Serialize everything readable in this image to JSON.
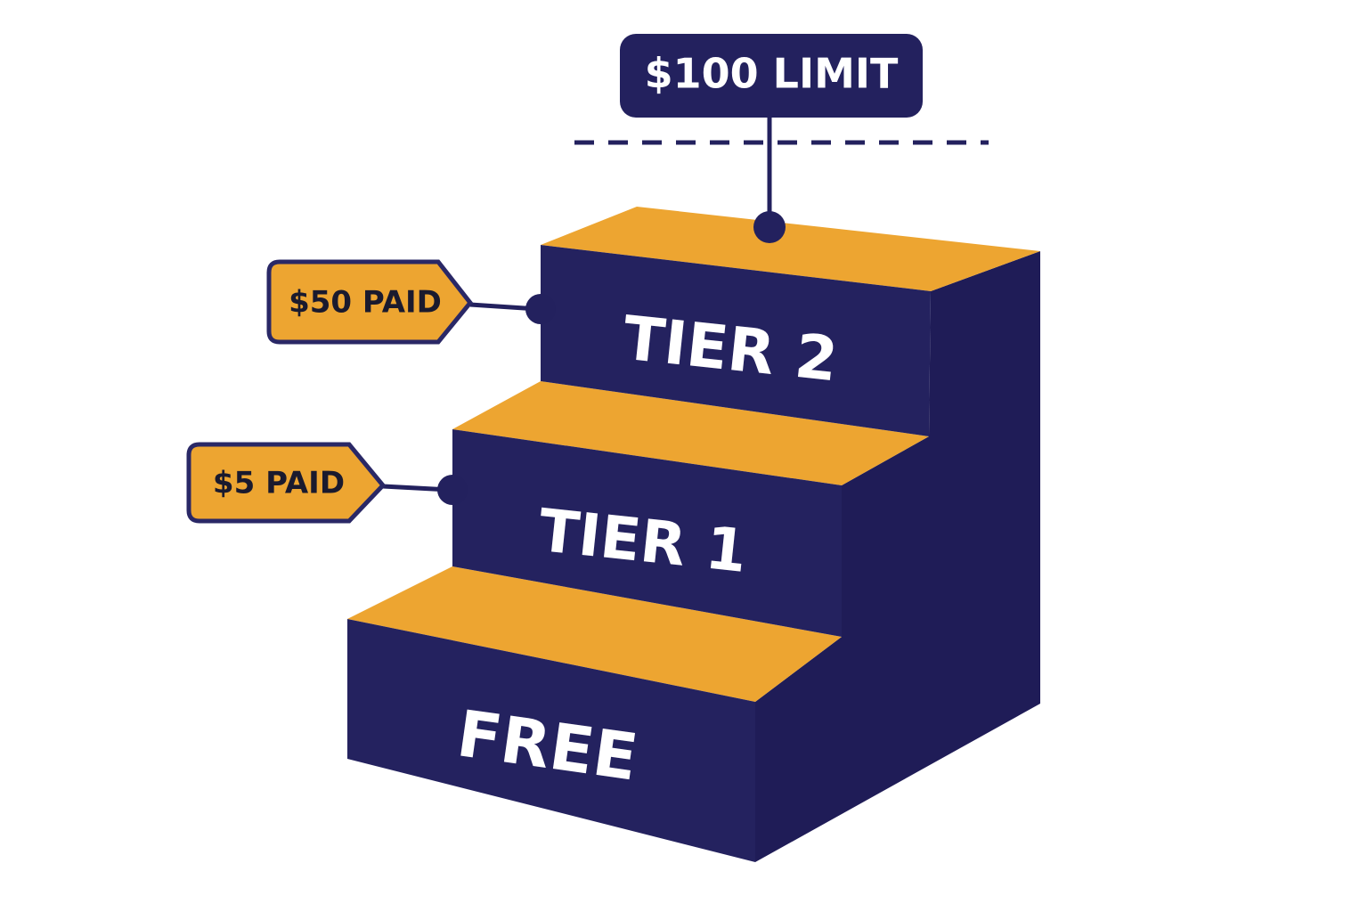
{
  "colors": {
    "navy": "#23215e",
    "navy_side": "#1e1b55",
    "gold": "#eda531",
    "tag_fill": "#eda531",
    "tag_border": "#2a2866",
    "white": "#ffffff"
  },
  "limit": {
    "label": "$100 LIMIT"
  },
  "tiers": [
    {
      "label": "FREE"
    },
    {
      "label": "TIER 1",
      "price_tag": "$5 PAID"
    },
    {
      "label": "TIER 2",
      "price_tag": "$50 PAID"
    }
  ]
}
